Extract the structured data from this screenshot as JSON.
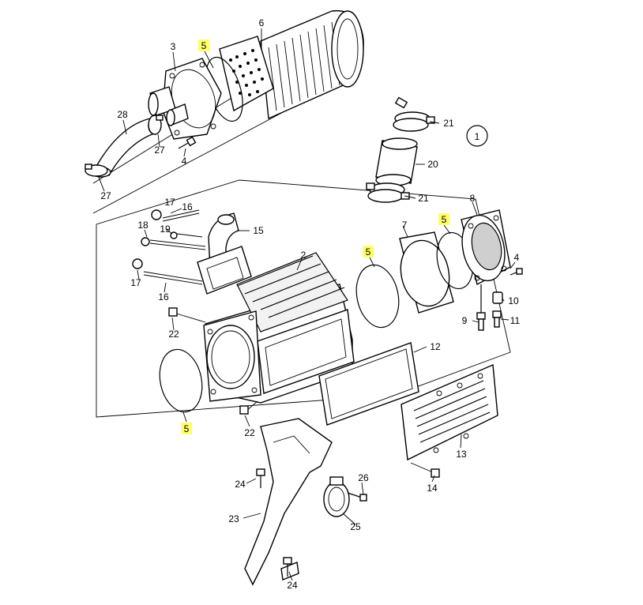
{
  "diagram": {
    "callouts": {
      "c1": "1",
      "c2": "2",
      "c3": "3",
      "c4a": "4",
      "c4b": "4",
      "c5a": "5",
      "c5b": "5",
      "c5c": "5",
      "c5d": "5",
      "c6": "6",
      "c7": "7",
      "c8": "8",
      "c9": "9",
      "c10": "10",
      "c11": "11",
      "c12": "12",
      "c13": "13",
      "c14": "14",
      "c15": "15",
      "c16a": "16",
      "c16b": "16",
      "c17a": "17",
      "c17b": "17",
      "c18": "18",
      "c19": "19",
      "c20": "20",
      "c21a": "21",
      "c21b": "21",
      "c22a": "22",
      "c22b": "22",
      "c23": "23",
      "c24a": "24",
      "c24b": "24",
      "c25": "25",
      "c26": "26",
      "c27a": "27",
      "c27b": "27",
      "c28": "28"
    },
    "highlight_color": "#ffff66"
  }
}
